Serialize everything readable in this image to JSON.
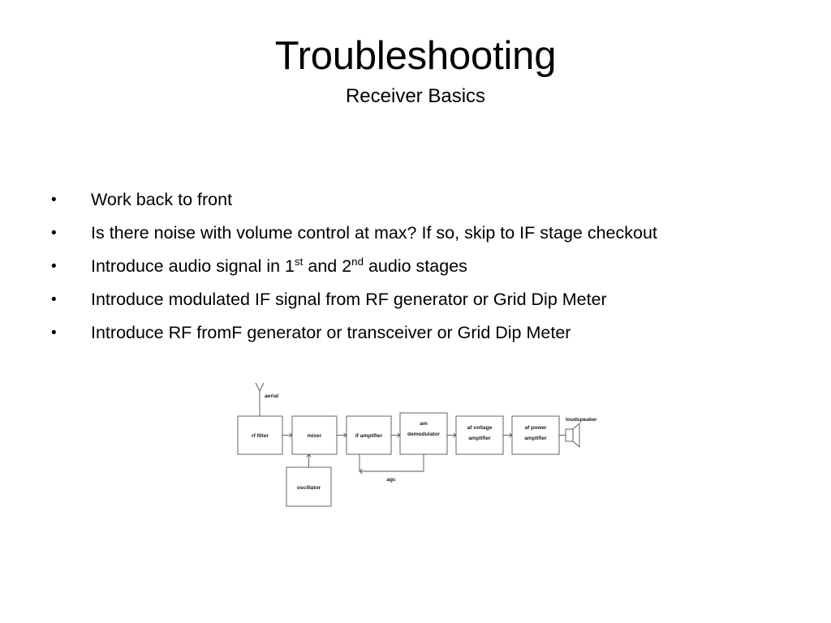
{
  "slide": {
    "title": "Troubleshooting",
    "subtitle": "Receiver Basics",
    "bullet_char": "•",
    "bullets": [
      {
        "text": "Work back to front"
      },
      {
        "text": "Is there noise with volume control at max?  If so, skip to IF stage checkout"
      },
      {
        "pre": "Introduce audio signal in 1",
        "sup1": "st",
        "mid": " and 2",
        "sup2": "nd",
        "post": " audio stages"
      },
      {
        "text": "Introduce modulated IF signal from RF generator or Grid Dip Meter"
      },
      {
        "text": "Introduce RF fromF generator or transceiver or Grid Dip Meter"
      }
    ]
  },
  "diagram": {
    "name": "superheterodyne-am-receiver-block-diagram",
    "blocks": [
      {
        "id": "rf-filter",
        "label": "rf filter"
      },
      {
        "id": "mixer",
        "label": "mixer"
      },
      {
        "id": "if-amplifier",
        "label": "if amplifier"
      },
      {
        "id": "am-demodulator",
        "label_line1": "am",
        "label_line2": "demodulator"
      },
      {
        "id": "af-voltage-amplifier",
        "label_line1": "af voltage",
        "label_line2": "amplifier"
      },
      {
        "id": "af-power-amplifier",
        "label_line1": "af power",
        "label_line2": "amplifier"
      },
      {
        "id": "oscillator",
        "label": "oscillator"
      }
    ],
    "annotations": {
      "aerial": "aerial",
      "loudspeaker": "loudspeaker",
      "agc": "agc"
    },
    "colors": {
      "stroke": "#555555",
      "text": "#1a1a1a",
      "fill": "#ffffff"
    }
  }
}
